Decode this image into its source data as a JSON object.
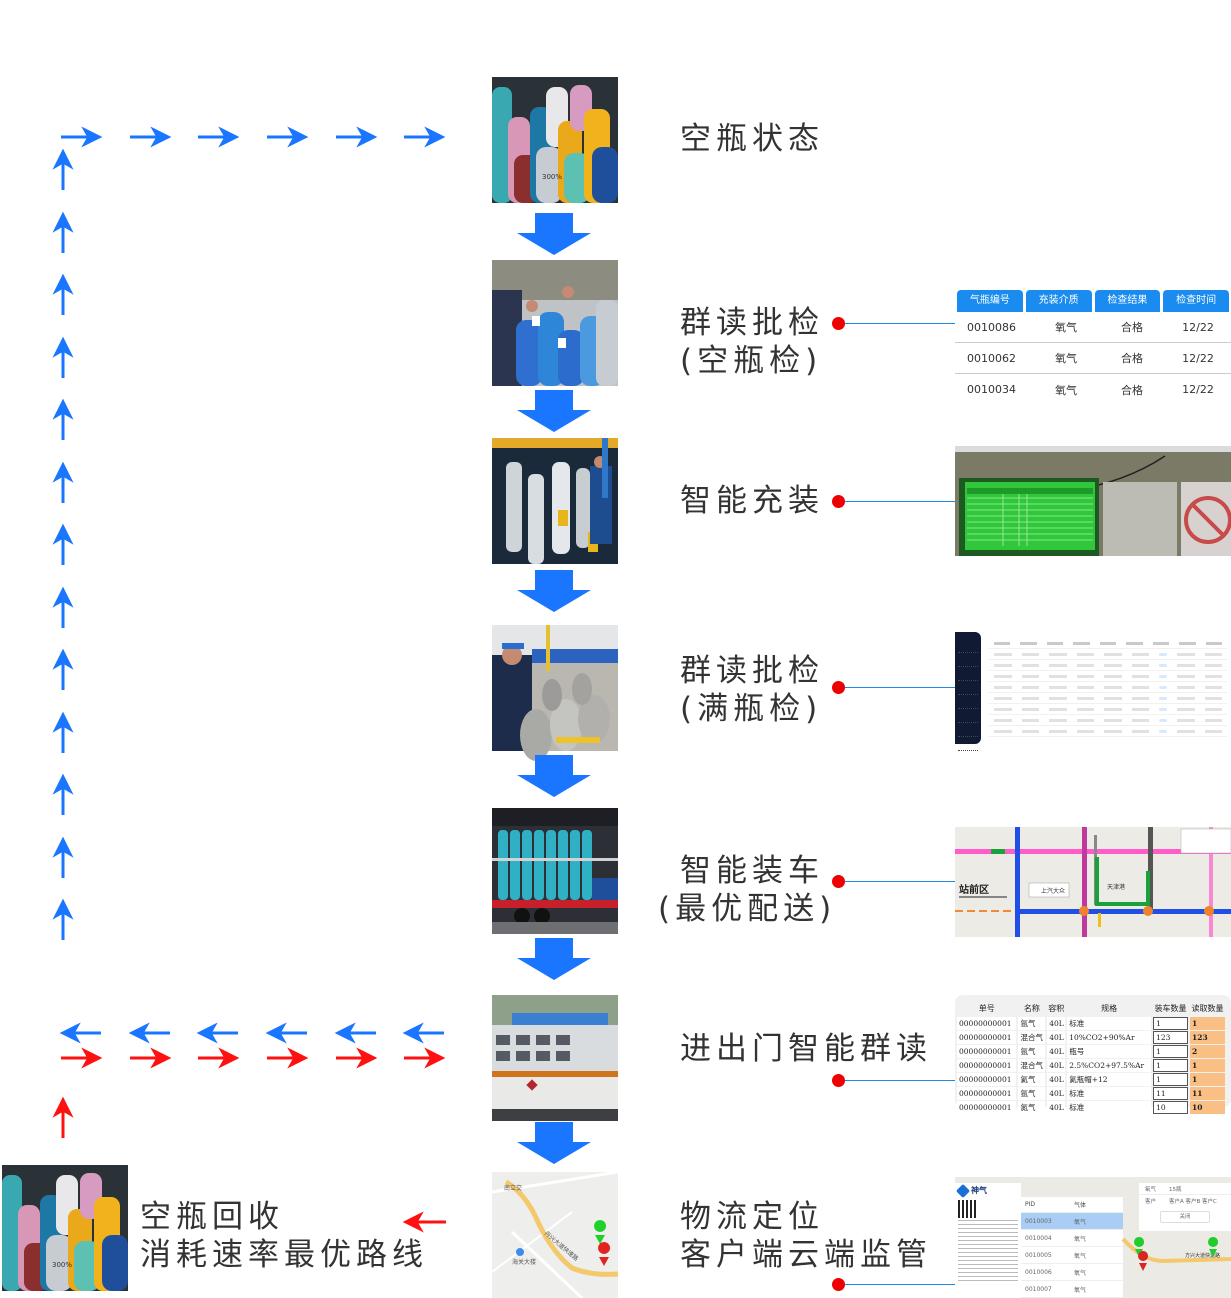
{
  "colors": {
    "flow_blue": "#1a75ff",
    "return_red": "#ff1111",
    "connector_dot": "#ee0000",
    "connector_line": "#1d8ae6",
    "header_blue": "#1a8cf0",
    "label_text": "#333333"
  },
  "steps": [
    {
      "id": "empty-state",
      "lines": [
        "空瓶状态"
      ],
      "photo": "colorful gas cylinders"
    },
    {
      "id": "group-read-empty",
      "lines": [
        "群读批检",
        "(空瓶检)"
      ],
      "photo": "workers inspecting blue cylinders"
    },
    {
      "id": "smart-filling",
      "lines": [
        "智能充装"
      ],
      "photo": "filling station with silver cylinders"
    },
    {
      "id": "group-read-full",
      "lines": [
        "群读批检",
        "(满瓶检)"
      ],
      "photo": "worker inspecting full cylinders"
    },
    {
      "id": "smart-loading",
      "lines": [
        "智能装车",
        "(最优配送)"
      ],
      "photo": "truck loaded with teal cylinders"
    },
    {
      "id": "gate-read",
      "lines": [
        "进出门智能群读"
      ],
      "photo": "truck passing gate"
    },
    {
      "id": "logistics",
      "lines": [
        "物流定位",
        "客户端云端监管"
      ],
      "photo": "map with location pins"
    }
  ],
  "recycle": {
    "lines": [
      "空瓶回收",
      "消耗速率最优路线"
    ],
    "photo": "colorful gas cylinders"
  },
  "inspection_table": {
    "headers": [
      "气瓶编号",
      "充装介质",
      "检查结果",
      "检查时间"
    ],
    "rows": [
      [
        "0010086",
        "氧气",
        "合格",
        "12/22"
      ],
      [
        "0010062",
        "氧气",
        "合格",
        "12/22"
      ],
      [
        "0010034",
        "氧气",
        "合格",
        "12/22"
      ]
    ]
  },
  "gate_table": {
    "headers": [
      "单号",
      "名称",
      "容积",
      "规格",
      "装车数量",
      "读取数量"
    ],
    "rows": [
      [
        "00000000001",
        "氩气",
        "40L",
        "标准",
        "1",
        "1"
      ],
      [
        "00000000001",
        "混合气",
        "40L",
        "10%CO2+90%Ar",
        "123",
        "123"
      ],
      [
        "00000000001",
        "氩气",
        "40L",
        "瓶号",
        "1",
        "2"
      ],
      [
        "00000000001",
        "混合气",
        "40L",
        "2.5%CO2+97.5%Ar",
        "1",
        "1"
      ],
      [
        "00000000001",
        "氦气",
        "40L",
        "氦瓶帽+12",
        "1",
        "1"
      ],
      [
        "00000000001",
        "氩气",
        "40L",
        "标准",
        "11",
        "11"
      ],
      [
        "00000000001",
        "氮气",
        "40L",
        "标准",
        "10",
        "10"
      ]
    ]
  },
  "app_panel": {
    "brand": "神气",
    "list_headers": [
      "PID",
      "气体"
    ],
    "list_rows": [
      [
        "0010003",
        "氧气"
      ],
      [
        "0010004",
        "氧气"
      ],
      [
        "0010005",
        "氧气"
      ],
      [
        "0010006",
        "氧气"
      ],
      [
        "0010007",
        "氧气"
      ]
    ],
    "popup": {
      "gas_label": "氧气",
      "gas_value": "15瓶",
      "customer_label": "客户",
      "customer_value": "客户A 客户B 客户C",
      "close_label": "关闭"
    },
    "road_label": "方兴大道快速路"
  },
  "map_thumb": {
    "area_label": "站前区",
    "stop_labels": [
      "上汽大众",
      "天津港"
    ]
  }
}
